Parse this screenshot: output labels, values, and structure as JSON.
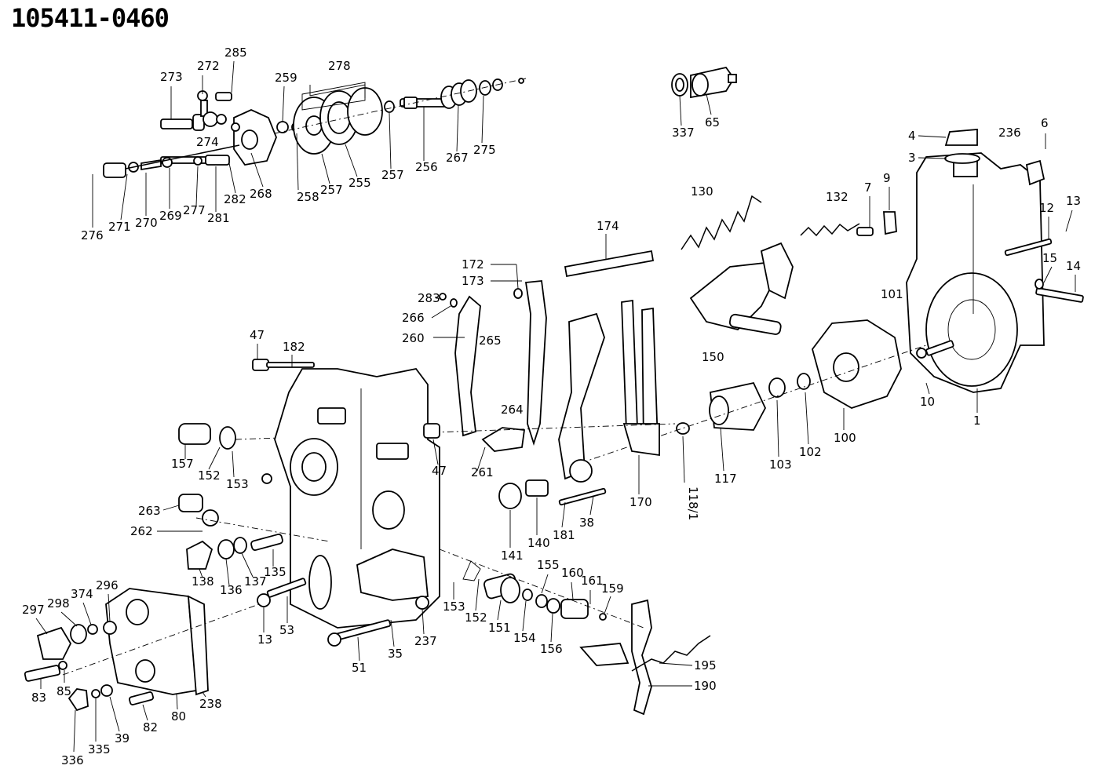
{
  "title": "105411-0460",
  "labels": [
    "273",
    "272",
    "285",
    "259",
    "278",
    "274",
    "276",
    "271",
    "270",
    "269",
    "277",
    "281",
    "282",
    "268",
    "258",
    "257",
    "255",
    "257",
    "256",
    "267",
    "275",
    "337",
    "65",
    "4",
    "3",
    "236",
    "6",
    "130",
    "132",
    "7",
    "9",
    "12",
    "13",
    "15",
    "14",
    "174",
    "172",
    "173",
    "283",
    "266",
    "265",
    "260",
    "264",
    "261",
    "101",
    "150",
    "47",
    "182",
    "157",
    "152",
    "153",
    "47",
    "263",
    "262",
    "138",
    "136",
    "137",
    "135",
    "117",
    "103",
    "102",
    "100",
    "10",
    "1",
    "118/1",
    "170",
    "141",
    "140",
    "181",
    "38",
    "153",
    "152",
    "151",
    "154",
    "155",
    "156",
    "160",
    "161",
    "159",
    "195",
    "190",
    "297",
    "298",
    "374",
    "296",
    "83",
    "85",
    "39",
    "335",
    "336",
    "82",
    "80",
    "238",
    "13",
    "53",
    "51",
    "35",
    "237"
  ]
}
